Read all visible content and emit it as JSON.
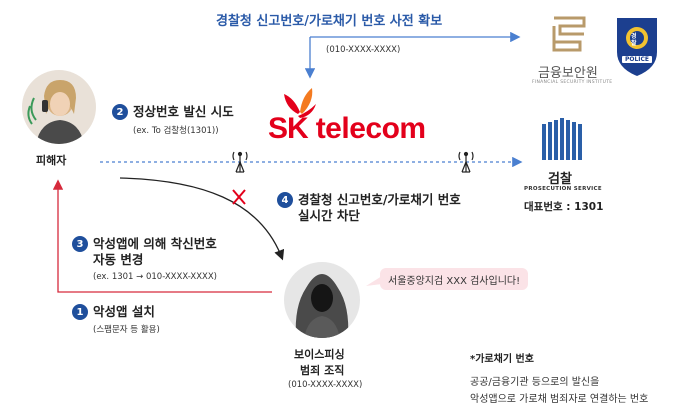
{
  "header": {
    "title": "경찰청 신고번호/가로채기 번호 사전 확보",
    "number": "(010-XXXX-XXXX)"
  },
  "fss": {
    "name": "금융보안원",
    "sub": "FINANCIAL SECURITY INSTITUTE"
  },
  "police_badge": {
    "top": "경",
    "top2": "찰",
    "label": "POLICE"
  },
  "victim": {
    "label": "피해자"
  },
  "skt": {
    "sk": "SK",
    "telecom": "telecom"
  },
  "prosecution": {
    "name": "검찰",
    "sub": "PROSECUTION SERVICE",
    "number": "대표번호 : 1301"
  },
  "steps": [
    {
      "num": "1",
      "title": "악성앱 설치",
      "sub": "(스팸문자 등 활용)"
    },
    {
      "num": "2",
      "title": "정상번호 발신 시도",
      "sub": "(ex. To 검찰청(1301))"
    },
    {
      "num": "3",
      "title1": "악성앱에 의해 착신번호",
      "title2": "자동 변경",
      "sub": "(ex. 1301 → 010-XXXX-XXXX)"
    },
    {
      "num": "4",
      "title1": "경찰청 신고번호/가로채기 번호",
      "title2": "실시간 차단"
    }
  ],
  "scammer": {
    "line1": "보이스피싱",
    "line2": "범죄 조직",
    "number": "(010-XXXX-XXXX)",
    "speech": "서울중앙지검 XXX 검사입니다!"
  },
  "note": {
    "title": "*가로채기 번호",
    "line1": "공공/금융기관 등으로의 발신을",
    "line2": "악성앱으로 가로채 범죄자로 연결하는 번호"
  },
  "colors": {
    "blue": "#1f4f9c",
    "red": "#e3001b",
    "arrow_red": "#d62a3c",
    "dotted_blue": "#4a7fd0",
    "speech_bg": "#fbe3e7"
  }
}
